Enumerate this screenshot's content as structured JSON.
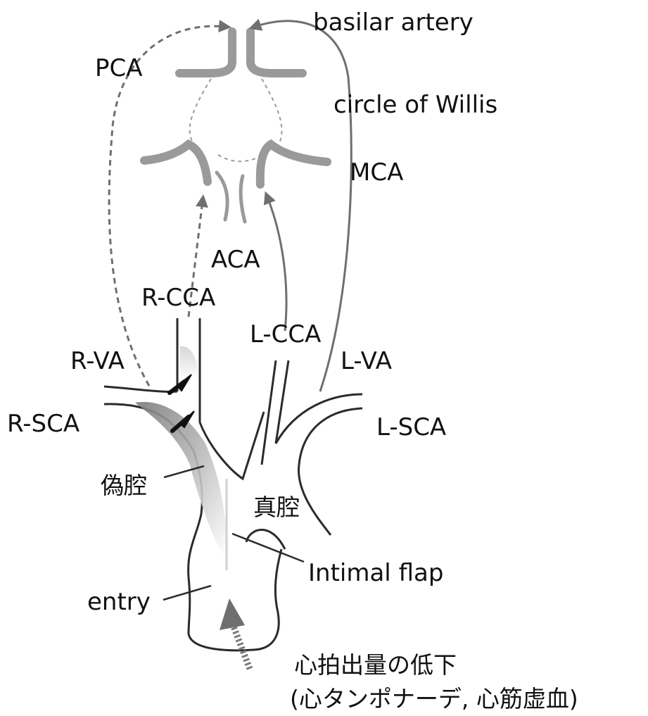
{
  "labels": {
    "basilar_artery": "basilar artery",
    "pca": "PCA",
    "circle_of_willis": "circle of Willis",
    "mca": "MCA",
    "aca": "ACA",
    "r_cca": "R-CCA",
    "l_cca": "L-CCA",
    "r_va": "R-VA",
    "l_va": "L-VA",
    "r_sca": "R-SCA",
    "l_sca": "L-SCA",
    "false_lumen": "偽腔",
    "true_lumen": "真腔",
    "intimal_flap": "Intimal flap",
    "entry": "entry",
    "cardiac_output_line1": "心拍出量の低下",
    "cardiac_output_line2": "(心タンポナーデ, 心筋虚血)"
  },
  "colors": {
    "vessel_outline": "#2b2b2b",
    "brain_vessel": "#9a9a9a",
    "false_lumen_shade": "#8c8c8c",
    "arrow_dark": "#111111",
    "arrow_gray": "#6f6f6f"
  }
}
